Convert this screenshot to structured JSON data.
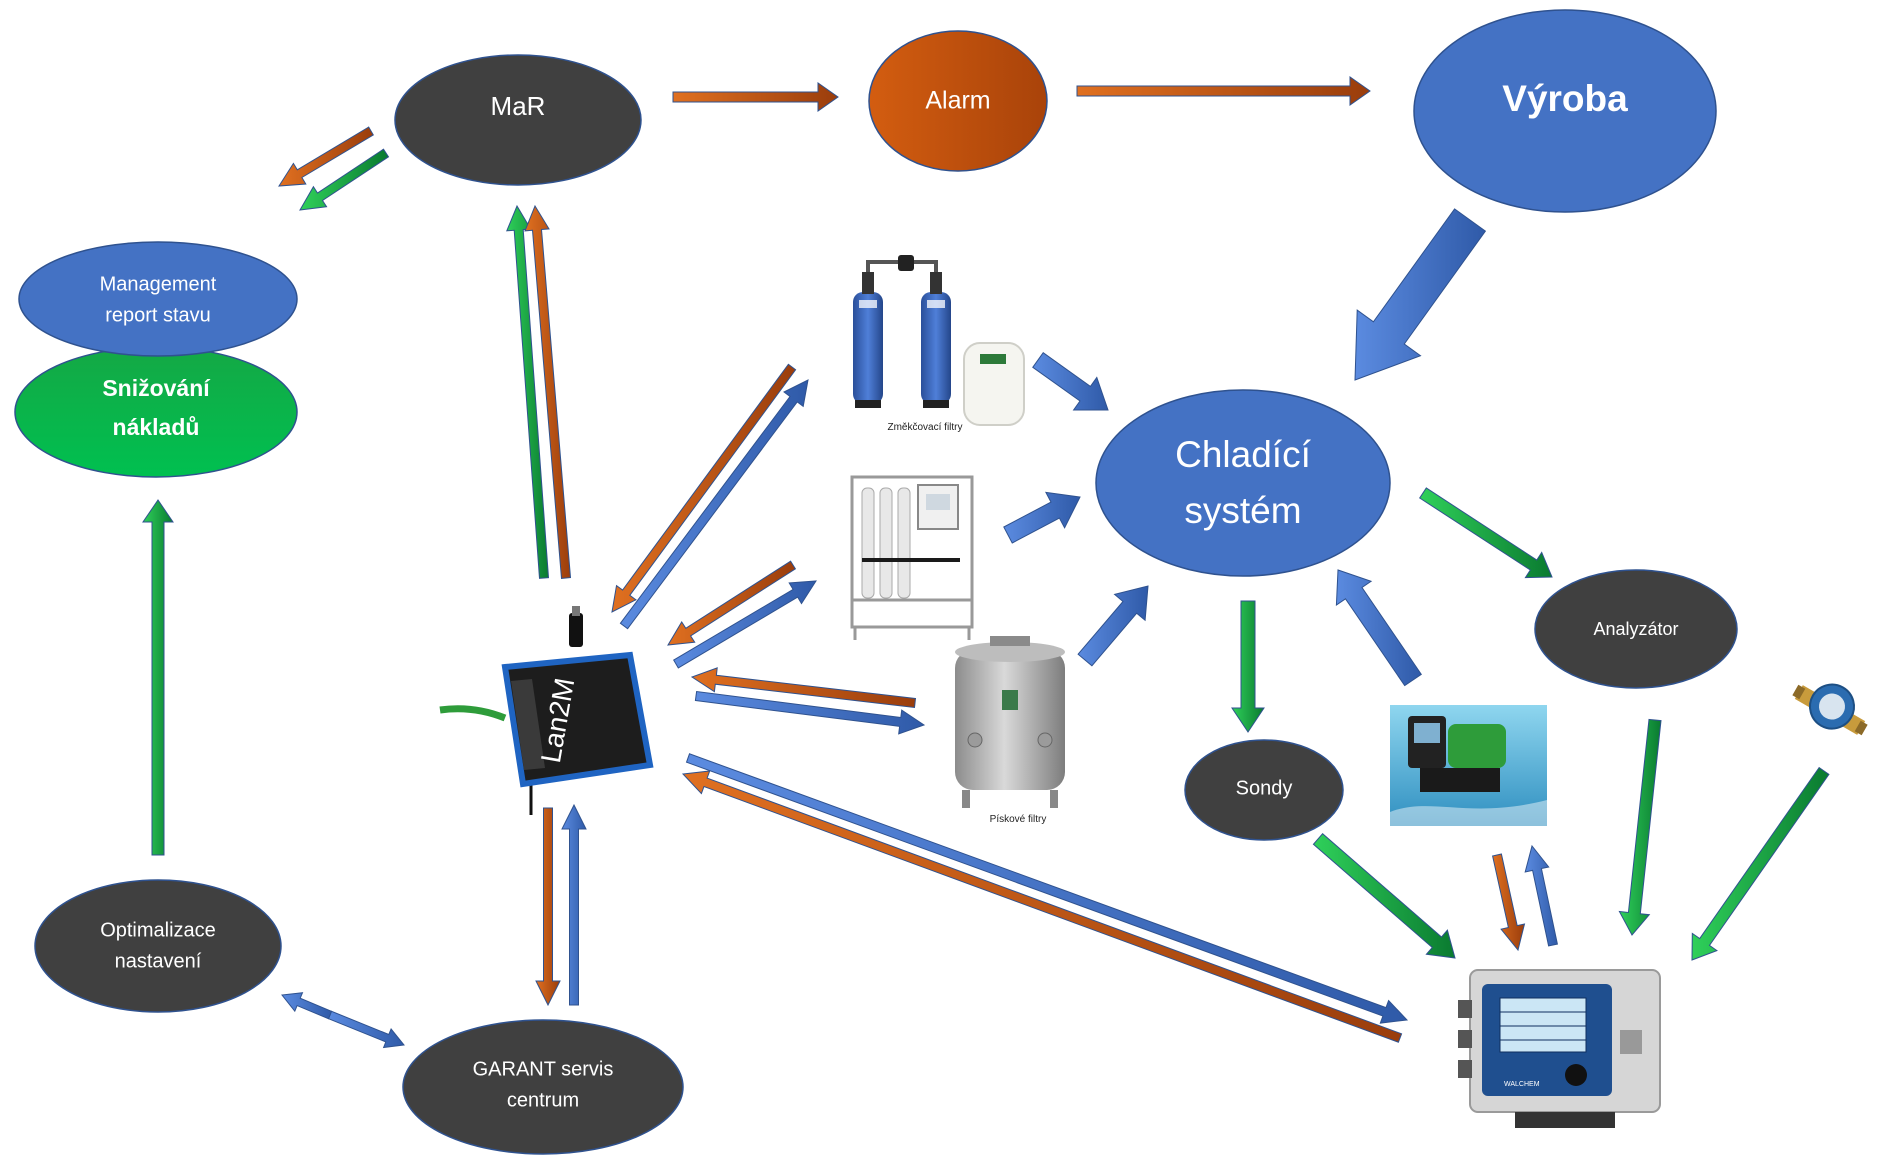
{
  "nodes": {
    "mar": {
      "label": "MaR"
    },
    "alarm": {
      "label": "Alarm"
    },
    "vyroba": {
      "label": "Výroba"
    },
    "management": {
      "line1": "Management",
      "line2": "report stavu"
    },
    "snizovani": {
      "line1": "Snižování",
      "line2": "nákladů"
    },
    "chladici": {
      "line1": "Chladící",
      "line2": "systém"
    },
    "analyzator": {
      "label": "Analyzátor"
    },
    "sondy": {
      "label": "Sondy"
    },
    "optimalizace": {
      "line1": "Optimalizace",
      "line2": "nastavení"
    },
    "garant": {
      "line1": "GARANT servis",
      "line2": "centrum"
    }
  },
  "devices": {
    "softener": {
      "caption": "Změkčovací filtry"
    },
    "ro_unit": {
      "caption": ""
    },
    "sand_filter": {
      "caption": "Pískové filtry"
    },
    "router": {
      "brand_text": "Lan2M"
    },
    "pump": {
      "caption": ""
    },
    "controller": {
      "brand_text": "WALCHEM"
    },
    "water_meter": {
      "caption": ""
    }
  },
  "colors": {
    "blue_node": "#4472c4",
    "dark_node": "#404040",
    "alarm_node": "#c55a11",
    "green_node": "#00b050",
    "arrow_orange": "#c55a11",
    "arrow_green": "#00b050",
    "arrow_blue": "#4472c4"
  }
}
